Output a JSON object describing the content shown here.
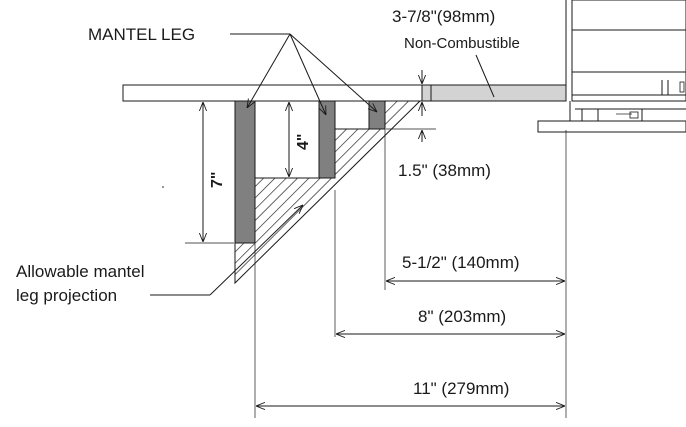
{
  "labels": {
    "mantel_leg": "MANTEL LEG",
    "noncomb_dim": "3-7/8\"(98mm)",
    "noncomb_text": "Non-Combustible",
    "allowable_line1": "Allowable mantel",
    "allowable_line2": "leg projection"
  },
  "dimensions": {
    "seven_in": "7\"",
    "four_in": "4\"",
    "d_1_5": "1.5\" (38mm)",
    "d_5_5": "5-1/2\" (140mm)",
    "d_8": "8\" (203mm)",
    "d_11": "11\" (279mm)"
  },
  "colors": {
    "leg_fill": "#808080",
    "noncomb_fill": "#d3d3d3",
    "line": "#1a1a1a"
  }
}
